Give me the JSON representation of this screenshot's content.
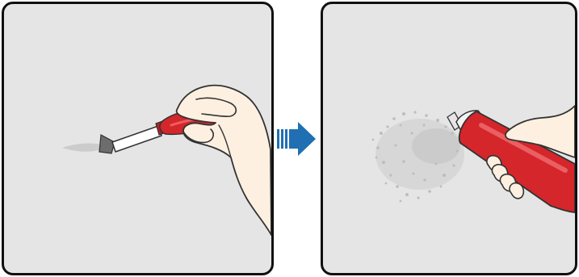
{
  "steps": [
    {
      "id": "step-1",
      "action": "scrape",
      "tool": "screwdriver-icon"
    },
    {
      "id": "step-2",
      "action": "spray",
      "tool": "spray-can-icon"
    }
  ],
  "transition_icon": "right-arrow-icon",
  "colors": {
    "panel_background": "#e5e5e5",
    "panel_border": "#111111",
    "tool_red": "#d5262b",
    "arrow_blue": "#1f6fb2",
    "skin": "#fdf0e1",
    "outline": "#333333"
  }
}
